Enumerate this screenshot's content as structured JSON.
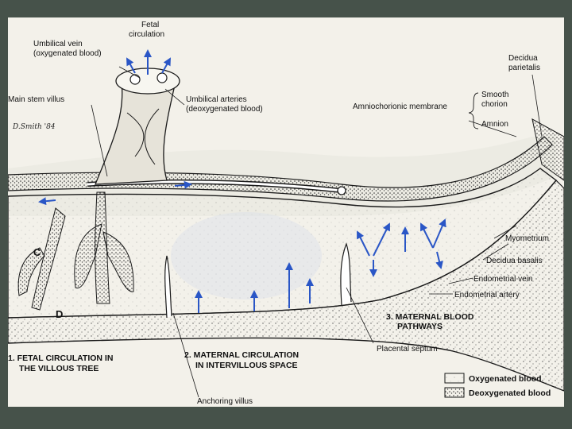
{
  "labels": {
    "fetal_circulation_1": "Fetal",
    "fetal_circulation_2": "circulation",
    "umbilical_vein_1": "Umbilical vein",
    "umbilical_vein_2": "(oxygenated blood)",
    "main_stem_villus": "Main stem villus",
    "umbilical_arteries_1": "Umbilical arteries",
    "umbilical_arteries_2": "(deoxygenated blood)",
    "decidua_parietalis_1": "Decidua",
    "decidua_parietalis_2": "parietalis",
    "amniochorionic_membrane": "Amniochorionic membrane",
    "smooth_chorion_1": "Smooth",
    "smooth_chorion_2": "chorion",
    "amnion": "Amnion",
    "myometrium": "Myometrium",
    "decidua_basalis": "Decidua basalis",
    "endometrial_vein": "Endometrial vein",
    "endometrial_artery": "Endometrial artery",
    "placental_septum": "Placental septum",
    "anchoring_villus": "Anchoring villus",
    "letter_c": "C",
    "letter_d": "D",
    "signature": "D.Smith '84"
  },
  "headings": {
    "fetal_1": "1. FETAL CIRCULATION IN",
    "fetal_2": "THE VILLOUS TREE",
    "maternal_1": "2. MATERNAL CIRCULATION",
    "maternal_2": "IN INTERVILLOUS SPACE",
    "pathways_1": "3. MATERNAL BLOOD",
    "pathways_2": "PATHWAYS"
  },
  "legend": {
    "oxygenated": "Oxygenated blood",
    "deoxygenated": "Deoxygenated blood"
  },
  "colors": {
    "arrow": "#2a56c6",
    "line": "#1a1a1a",
    "paper": "#f3f1ea",
    "frame": "#46524a"
  }
}
